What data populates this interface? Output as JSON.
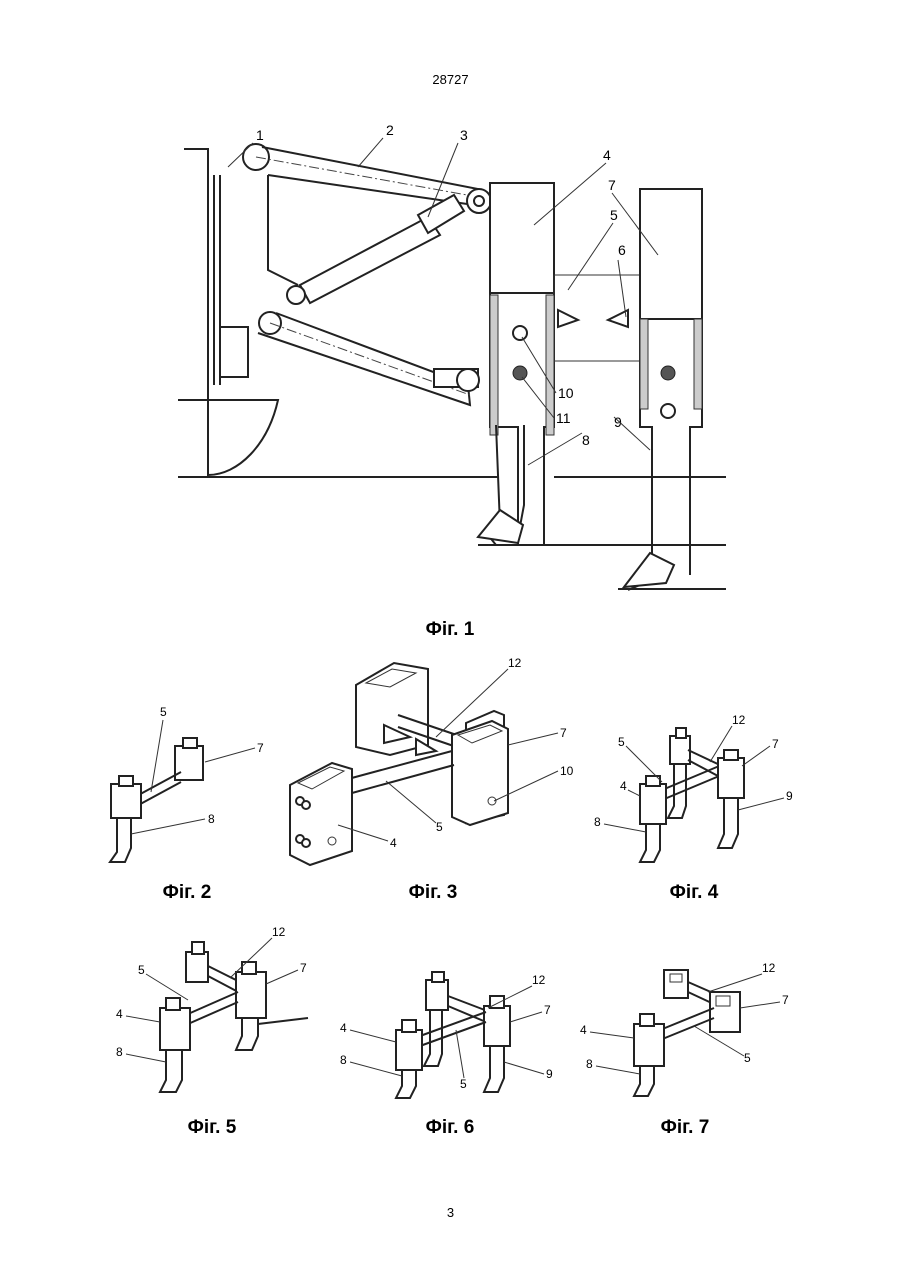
{
  "header": {
    "document_number": "28727"
  },
  "footer": {
    "page_number": "3"
  },
  "figures": [
    {
      "id": "fig1",
      "caption": "Фіг. 1",
      "labels": [
        "1",
        "2",
        "3",
        "4",
        "5",
        "6",
        "7",
        "8",
        "9",
        "10",
        "11"
      ]
    },
    {
      "id": "fig2",
      "caption": "Фіг. 2",
      "labels": [
        "5",
        "7",
        "8"
      ]
    },
    {
      "id": "fig3",
      "caption": "Фіг. 3",
      "labels": [
        "12",
        "7",
        "10",
        "5",
        "4"
      ]
    },
    {
      "id": "fig4",
      "caption": "Фіг. 4",
      "labels": [
        "12",
        "5",
        "7",
        "4",
        "9",
        "8"
      ]
    },
    {
      "id": "fig5",
      "caption": "Фіг. 5",
      "labels": [
        "12",
        "5",
        "7",
        "4",
        "8"
      ]
    },
    {
      "id": "fig6",
      "caption": "Фіг. 6",
      "labels": [
        "12",
        "7",
        "4",
        "8",
        "5",
        "9"
      ]
    },
    {
      "id": "fig7",
      "caption": "Фіг. 7",
      "labels": [
        "12",
        "7",
        "4",
        "8",
        "5"
      ]
    }
  ]
}
